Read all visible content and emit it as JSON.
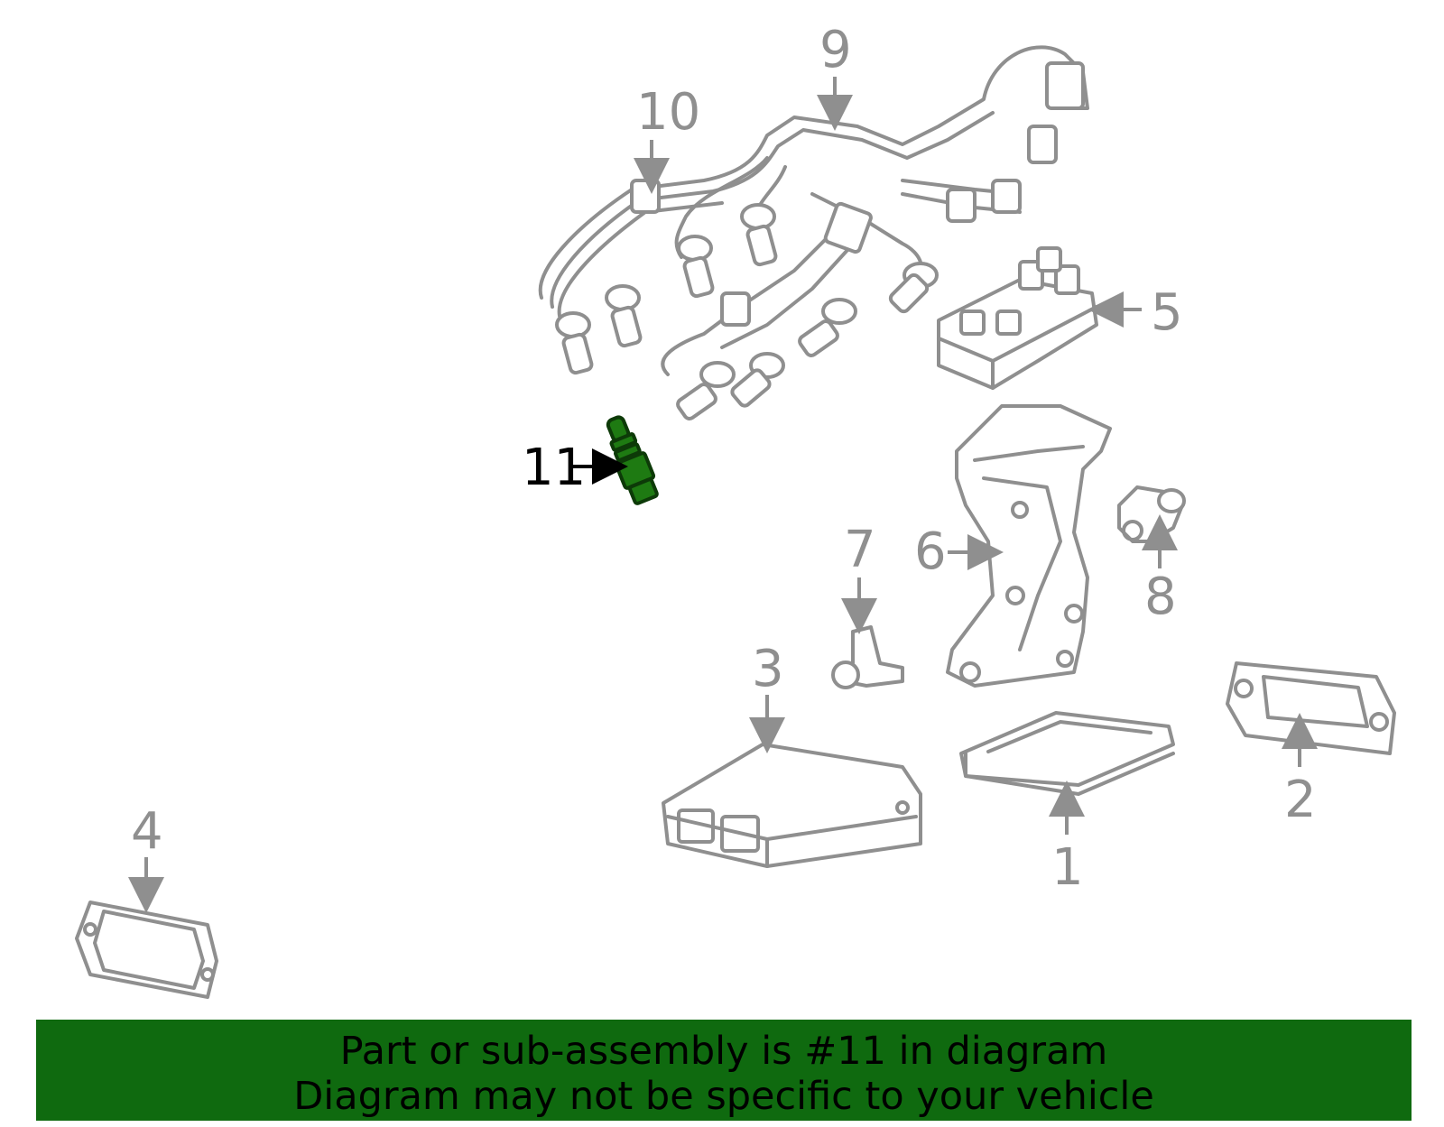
{
  "callouts": {
    "p1": "1",
    "p2": "2",
    "p3": "3",
    "p4": "4",
    "p5": "5",
    "p6": "6",
    "p7": "7",
    "p8": "8",
    "p9": "9",
    "p10": "10",
    "p11": "11"
  },
  "highlighted_part": "11",
  "colors": {
    "highlight": "#1e7a12",
    "banner": "#0f6a0f",
    "line_art": "#8f8f8f"
  },
  "banner": {
    "line1": "Part or sub-assembly is #11 in diagram",
    "line2": "Diagram may not be specific to your vehicle"
  }
}
